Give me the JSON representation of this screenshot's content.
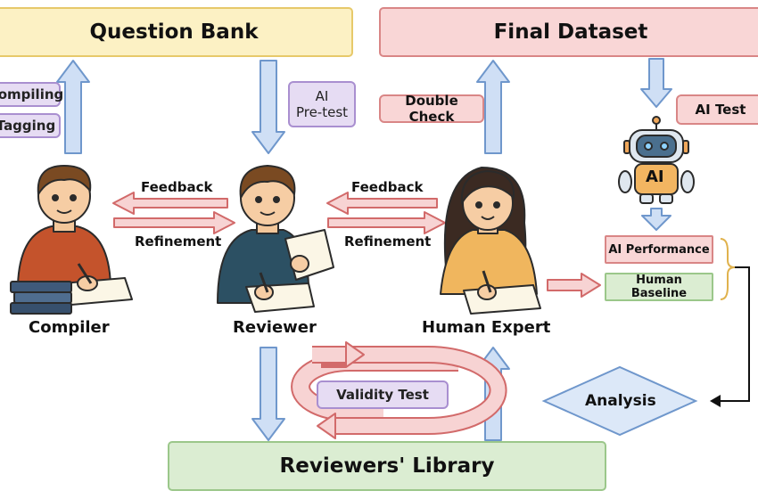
{
  "nodes": {
    "question_bank": "Question Bank",
    "final_dataset": "Final Dataset",
    "reviewers_library": "Reviewers' Library",
    "compiling": "Compiling",
    "tagging": "Tagging",
    "ai_pretest_line1": "AI",
    "ai_pretest_line2": "Pre-test",
    "double_check": "Double Check",
    "ai_test": "AI Test",
    "ai_performance": "AI Performance",
    "human_baseline": "Human Baseline",
    "validity_test": "Validity Test",
    "analysis": "Analysis",
    "robot_badge": "AI"
  },
  "roles": {
    "compiler": "Compiler",
    "reviewer": "Reviewer",
    "human_expert": "Human Expert"
  },
  "edges": {
    "feedback_1": "Feedback",
    "refinement_1": "Refinement",
    "feedback_2": "Feedback",
    "refinement_2": "Refinement"
  },
  "colors": {
    "blue_arrow_fill": "#cfdff5",
    "blue_arrow_stroke": "#6f97cc",
    "red_arrow_fill": "#f7d3d3",
    "red_arrow_stroke": "#d26a6a",
    "yellow_box": "#fcf1c4",
    "red_box": "#f9d6d6",
    "green_box": "#dbedd2",
    "purple_box": "#e6dcf3",
    "analysis_fill": "#dce8f8"
  },
  "icons": [
    "boy-writing-icon",
    "book-stack-icon",
    "boy-reading-paper-icon",
    "girl-writing-icon",
    "robot-icon"
  ]
}
